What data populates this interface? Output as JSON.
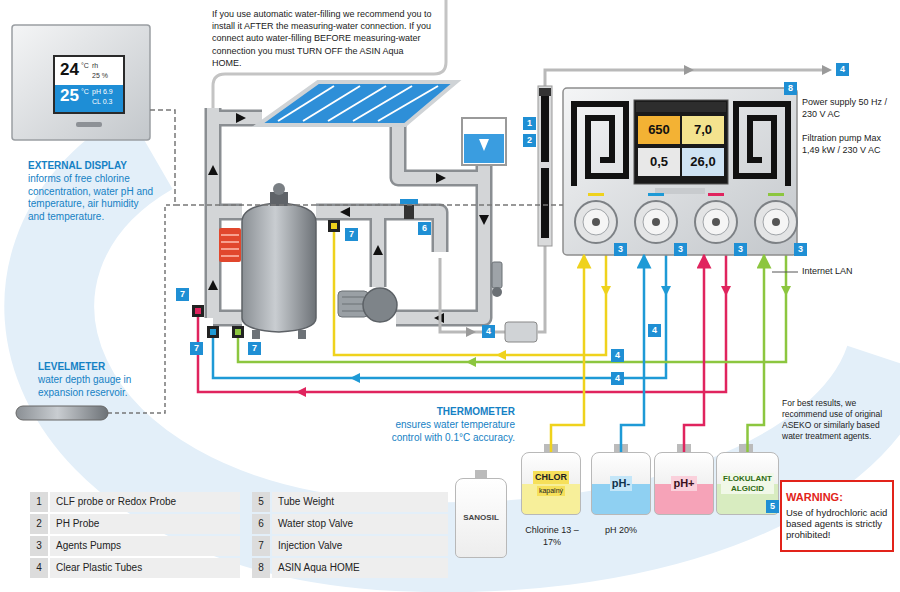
{
  "diagram": {
    "nodes": [
      {
        "text": [
          "24",
          "°C",
          "rh",
          "25 %",
          "25",
          "°C",
          "pH 6.9",
          "CL 0.3"
        ]
      },
      {
        "text": [
          "650",
          "7,0",
          "0,5",
          "26,0"
        ]
      },
      {
        "text": [
          "CHLOR",
          "kapalný"
        ]
      },
      {
        "text": [
          "pH-"
        ]
      },
      {
        "text": [
          "pH+"
        ]
      },
      {
        "text": [
          "FLOKULANT ALGICID"
        ]
      },
      {
        "text": [
          "SANOSIL"
        ]
      },
      {
        "text": [
          "WARNING:",
          "Use of hydrochloric acid based agents is strictly prohibited!"
        ]
      }
    ],
    "edges": [
      {
        "from": 2,
        "to": 1,
        "arrow": "to"
      },
      {
        "from": 3,
        "to": 1,
        "arrow": "to"
      },
      {
        "from": 4,
        "to": 1,
        "arrow": "to"
      },
      {
        "from": 5,
        "to": 1,
        "arrow": "to"
      },
      {
        "from": 0,
        "to": 1,
        "arrow": "none"
      }
    ],
    "labels": [
      "If you use automatic water-filling we recommend you to install it AFTER the measuring-water connection. If you connect auto water-filling BEFORE measuring-water connection you must TURN OFF the ASIN Aqua HOME.",
      "EXTERNAL DISPLAY",
      "informs of free chlorine concentration, water pH and temperature, air humidity and temperature.",
      "LEVELMETER",
      "water depth gauge in expansion reservoir.",
      "THERMOMETER",
      "ensures water temperature control with 0.1°C accuracy.",
      "Power supply 50 Hz / 230 V AC",
      "Filtration pump Max 1,49 kW / 230 V AC",
      "Internet LAN",
      "For best results, we recommend use of original ASEKO or similarly based water treatment agents.",
      "Chlorine 13 – 17%",
      "pH 20%",
      "1",
      "CLF probe or Redox Probe",
      "5",
      "Tube Weight",
      "2",
      "PH Probe",
      "6",
      "Water stop Valve",
      "3",
      "Agents Pumps",
      "7",
      "Injection Valve",
      "4",
      "Clear Plastic Tubes",
      "8",
      "ASIN Aqua HOME",
      "4",
      "8",
      "1",
      "2",
      "3",
      "3",
      "3",
      "3",
      "7",
      "6",
      "7",
      "7",
      "7",
      "4",
      "4",
      "4",
      "4",
      "5"
    ]
  }
}
